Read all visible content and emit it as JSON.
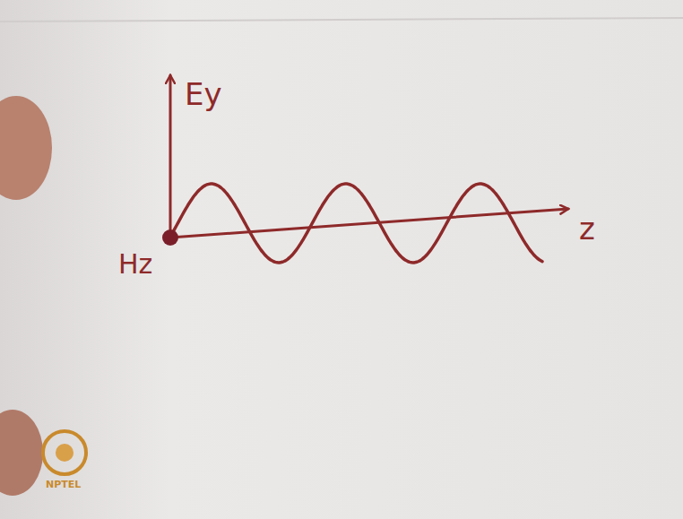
{
  "diagram": {
    "labels": [
      "Ey",
      "z",
      "Hz",
      "NPTEL"
    ]
  }
}
